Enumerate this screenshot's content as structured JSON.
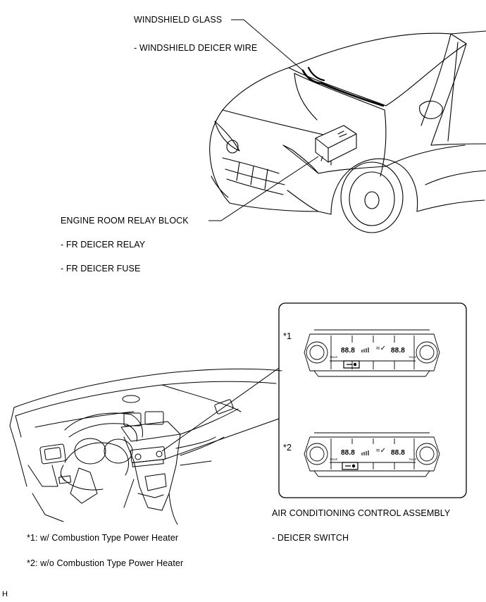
{
  "car_labels": {
    "windshield_glass": "WINDSHIELD GLASS",
    "windshield_deicer_wire": "- WINDSHIELD DEICER WIRE",
    "engine_room_relay_block": "ENGINE ROOM RELAY BLOCK",
    "fr_deicer_relay": "- FR DEICER RELAY",
    "fr_deicer_fuse": "- FR DEICER FUSE"
  },
  "panel": {
    "variant1_marker": "*1",
    "variant2_marker": "*2",
    "display_left": "88.8",
    "display_right": "88.8",
    "temp_label": "TEMP"
  },
  "component_labels": {
    "ac_control_assembly": "AIR CONDITIONING CONTROL ASSEMBLY",
    "deicer_switch": "- DEICER SWITCH"
  },
  "legend": {
    "note1": "*1: w/ Combustion Type Power Heater",
    "note2": "*2: w/o Combustion Type Power Heater"
  },
  "footer": {
    "code": "H"
  }
}
